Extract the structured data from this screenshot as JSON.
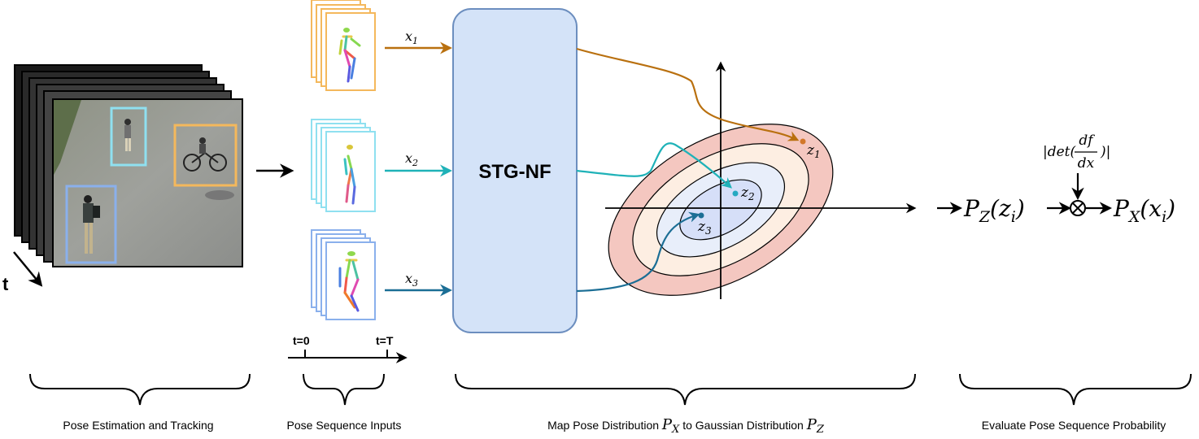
{
  "stage_labels": {
    "pose_estimation": "Pose Estimation and Tracking",
    "pose_sequence_inputs": "Pose Sequence Inputs",
    "map_distribution_prefix": "Map Pose Distribution",
    "map_distribution_px": "P",
    "map_distribution_px_sub": "X",
    "map_distribution_mid": "to Gaussian Distribution",
    "map_distribution_pz": "P",
    "map_distribution_pz_sub": "Z",
    "evaluate_probability": "Evaluate Pose Sequence Probability"
  },
  "time_axis": {
    "time_label": "t",
    "start_label": "t=0",
    "end_label": "t=T"
  },
  "model": {
    "name": "STG-NF"
  },
  "inputs": [
    {
      "var": "x",
      "sub": "1",
      "color": "#b9700f"
    },
    {
      "var": "x",
      "sub": "2",
      "color": "#1fb2b8"
    },
    {
      "var": "x",
      "sub": "3",
      "color": "#1b6e95"
    }
  ],
  "latents": [
    {
      "var": "z",
      "sub": "1",
      "color": "#d2782a"
    },
    {
      "var": "z",
      "sub": "2",
      "color": "#25a9c1"
    },
    {
      "var": "z",
      "sub": "3",
      "color": "#1b6e95"
    }
  ],
  "equation": {
    "pz_left": "P",
    "pz_sub": "Z",
    "pz_arg": "(z",
    "pz_arg_sub": "i",
    "pz_close": ")",
    "px_left": "P",
    "px_sub": "X",
    "px_arg": "(x",
    "px_arg_sub": "i",
    "px_close": ")",
    "jacobian_left": "|det(",
    "jacobian_num": "df",
    "jacobian_den": "dx",
    "jacobian_right": ")|",
    "operator": "⊗"
  },
  "colors": {
    "frame_orange": "#f4b85c",
    "frame_cyan": "#8fe0f0",
    "frame_blue": "#8ab0ec",
    "model_fill": "#d4e3f8",
    "model_stroke": "#6c8ebf",
    "ring1": "#f4c7c0",
    "ring2": "#fdeee2",
    "ring3": "#e8eefa",
    "ring4": "#d6dff8"
  }
}
